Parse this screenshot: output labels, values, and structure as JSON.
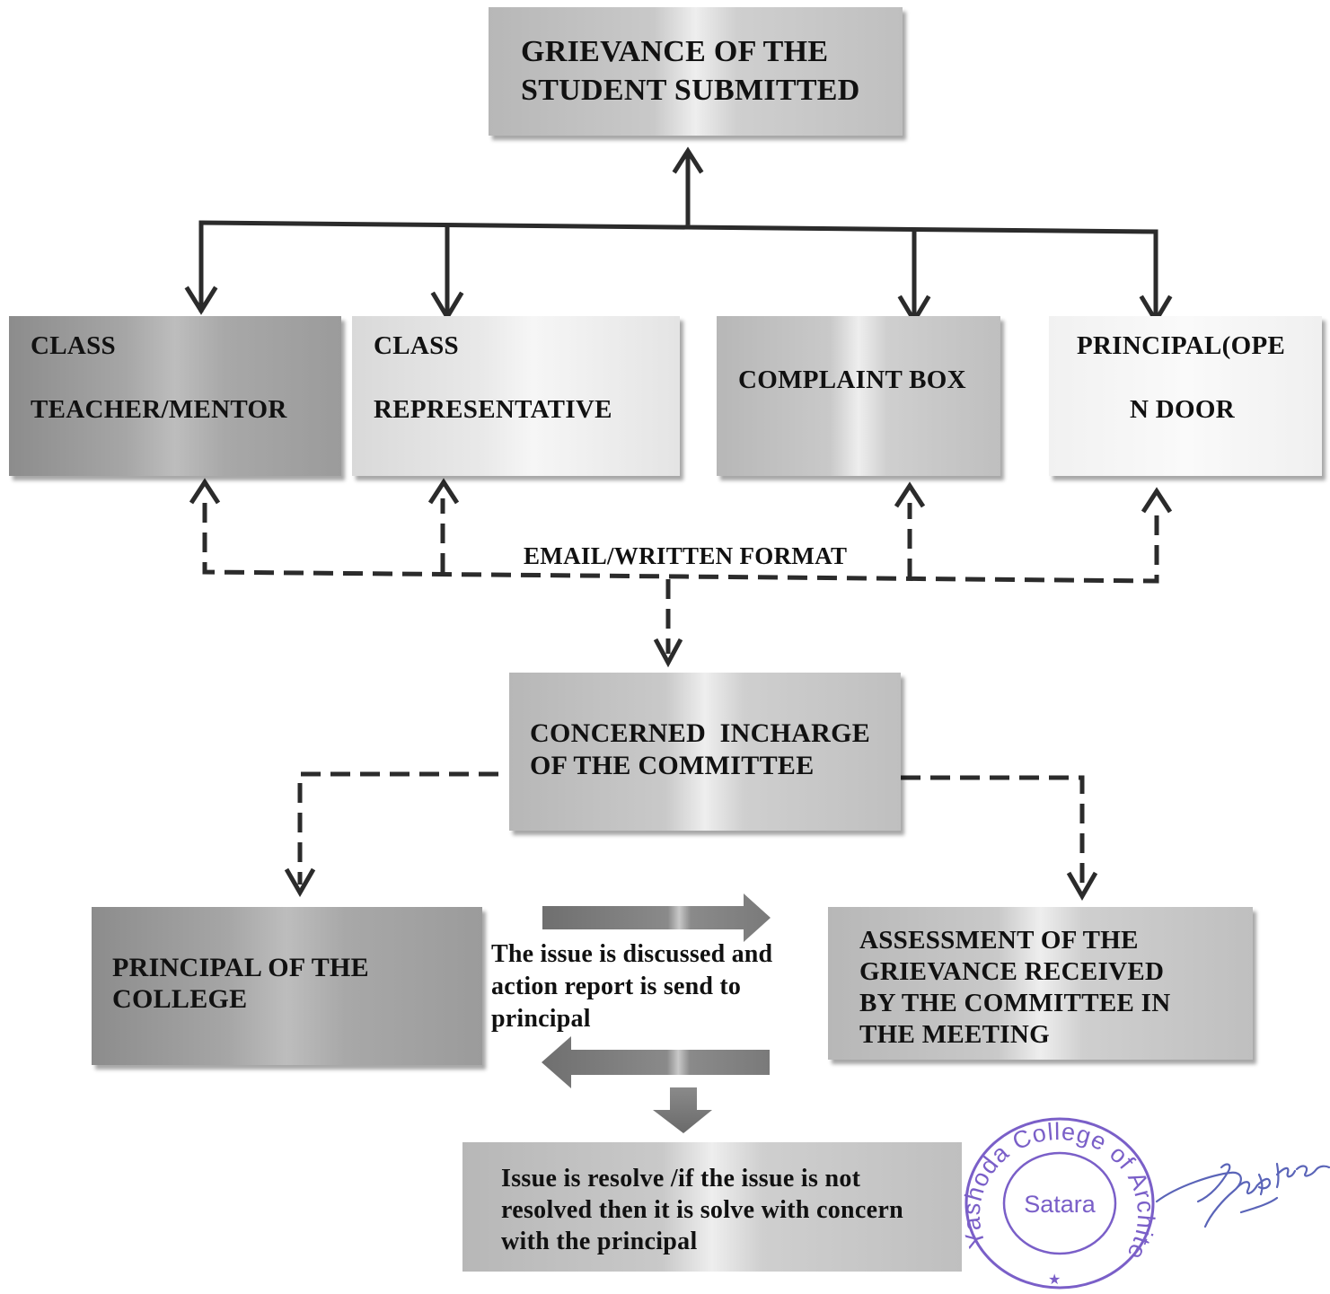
{
  "diagram": {
    "title": [
      "GRIEVANCE OF THE",
      "STUDENT SUBMITTED"
    ],
    "sources": [
      {
        "line1": "CLASS",
        "line2": "TEACHER/MENTOR"
      },
      {
        "line1": "CLASS",
        "line2": "REPRESENTATIVE"
      },
      {
        "line1": "COMPLAINT BOX",
        "line2": ""
      },
      {
        "line1": "PRINCIPAL(OPE",
        "line2": "N DOOR"
      }
    ],
    "channel_label": "EMAIL/WRITTEN FORMAT",
    "committee": [
      "CONCERNED  INCHARGE",
      "OF THE COMMITTEE"
    ],
    "principal": [
      "PRINCIPAL OF THE",
      "COLLEGE"
    ],
    "assessment": [
      "ASSESSMENT OF THE",
      "GRIEVANCE RECEIVED",
      "BY THE COMMITTEE IN",
      "THE MEETING"
    ],
    "discussion": [
      "The issue is discussed and",
      "action report is send to",
      "principal"
    ],
    "resolution": [
      "Issue is resolve /if the issue is not",
      "resolved then it is solve with concern",
      "with the principal"
    ]
  },
  "stamp": {
    "college": "Yashoda College of Architecture",
    "city": "Satara",
    "color": "#7a5fc8"
  },
  "colors": {
    "line": "#2b2b2b",
    "box_dark": "#9b9b9b",
    "box_light": "#e9e9e9"
  }
}
